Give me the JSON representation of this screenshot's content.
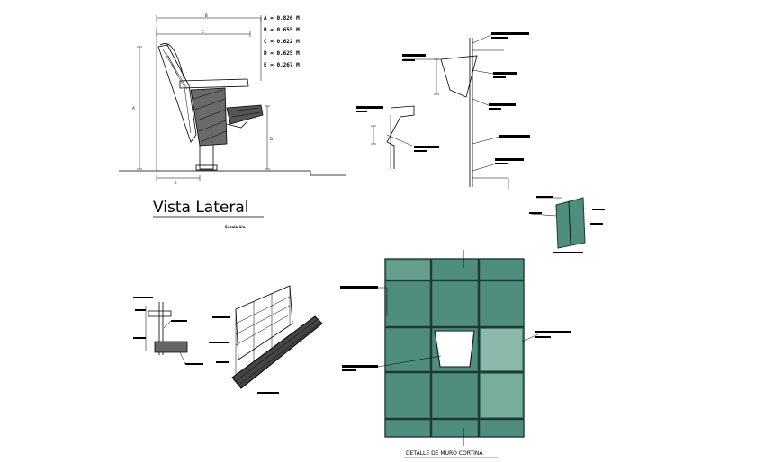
{
  "drawing": {
    "side_view": {
      "title": "Vista Lateral",
      "subtitle": "Escala 1/a",
      "dimensions": [
        {
          "key": "A",
          "text": "A = 0.826 M."
        },
        {
          "key": "B",
          "text": "B = 0.655 M."
        },
        {
          "key": "C",
          "text": "C = 0.622 M."
        },
        {
          "key": "D",
          "text": "D = 0.625 M."
        },
        {
          "key": "E",
          "text": "E = 0.267 M."
        }
      ],
      "dim_letters": {
        "A": "A",
        "B": "B",
        "C": "C",
        "D": "D",
        "E": "E"
      }
    },
    "curtain_wall": {
      "caption": "DETALLE  DE MURO CORTINA",
      "glass_color": "#4f8e7c",
      "frame_color": "#203a33"
    }
  }
}
